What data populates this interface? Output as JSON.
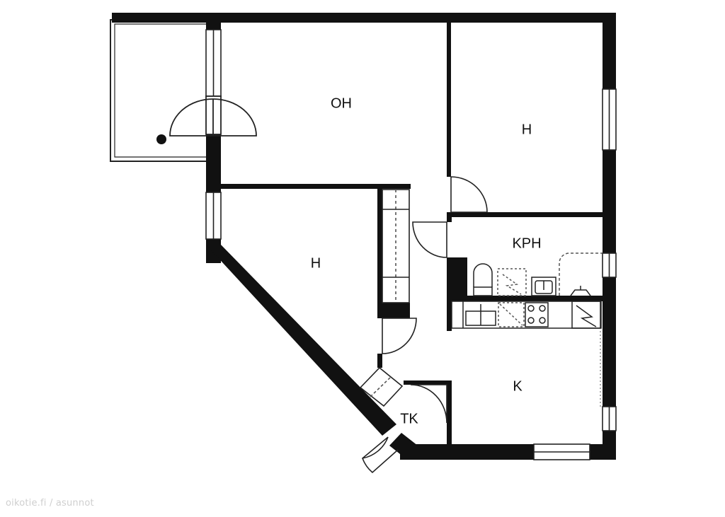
{
  "colors": {
    "wall": "#111111",
    "line": "#222222",
    "dashed": "#555555",
    "background": "#ffffff",
    "watermark": "#cfcfcf"
  },
  "rooms": {
    "living_room": "OH",
    "bedroom_north": "H",
    "bedroom_west": "H",
    "bathroom": "KPH",
    "kitchen": "K",
    "closet": "TK"
  },
  "watermark": "oikotie.fi / asunnot"
}
